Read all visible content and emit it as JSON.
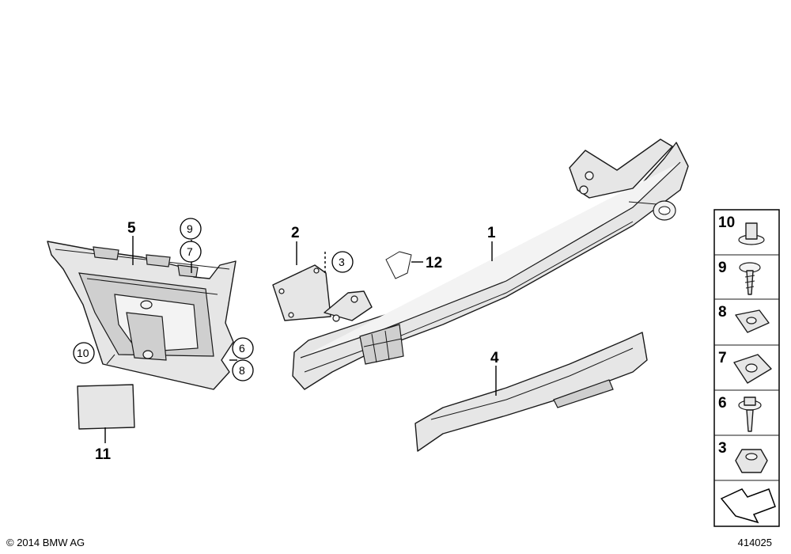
{
  "callouts": {
    "c1": "1",
    "c2": "2",
    "c3": "3",
    "c4": "4",
    "c5": "5",
    "c6": "6",
    "c7": "7",
    "c8": "8",
    "c9": "9",
    "c10": "10",
    "c11": "11",
    "c12": "12"
  },
  "legend": {
    "items": [
      "10",
      "9",
      "8",
      "7",
      "6",
      "3"
    ]
  },
  "footer": {
    "copyright": "© 2014 BMW AG",
    "diagram_id": "414025"
  }
}
